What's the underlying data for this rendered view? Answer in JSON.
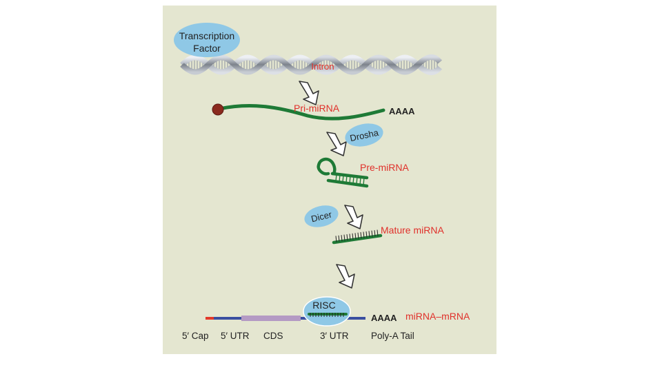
{
  "labels": {
    "transcription_factor_line1": "Transcription",
    "transcription_factor_line2": "Factor",
    "intron": "Intron",
    "pri_mirna": "Pri-miRNA",
    "aaaa_pri": "AAAA",
    "drosha": "Drosha",
    "pre_mirna": "Pre-miRNA",
    "dicer": "Dicer",
    "mature_mirna": "Mature miRNA",
    "risc": "RISC",
    "aaaa_mrna": "AAAA",
    "mirna_mrna": "miRNA–mRNA",
    "five_cap": "5′ Cap",
    "five_utr": "5′ UTR",
    "cds": "CDS",
    "three_utr": "3′ UTR",
    "poly_a_tail": "Poly-A Tail"
  },
  "colors": {
    "background": "#e4e6d0",
    "rna_green": "#1e7a36",
    "label_red": "#e0302a",
    "protein_blue": "#8fc8e6",
    "mrna_blue": "#3a4fa0",
    "cds_purple": "#b49ac4",
    "cap_red": "#e23a2a",
    "dna_gray": "#8a8f96"
  }
}
